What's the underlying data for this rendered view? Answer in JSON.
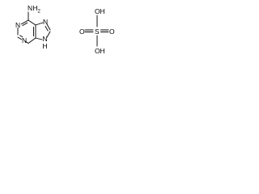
{
  "adenine": {
    "atoms": {
      "amine_N": "N",
      "amine_H2": "2",
      "ring_N1": "N",
      "ring_N3": "N",
      "ring_N7": "N",
      "ring_N9": "N",
      "ring_H9": "H"
    }
  },
  "sulfuric_acid": {
    "atoms": {
      "top_O": "O",
      "top_H": "H",
      "S": "S",
      "left_O": "O",
      "right_O": "O",
      "bottom_O": "O",
      "bottom_H": "H"
    }
  }
}
